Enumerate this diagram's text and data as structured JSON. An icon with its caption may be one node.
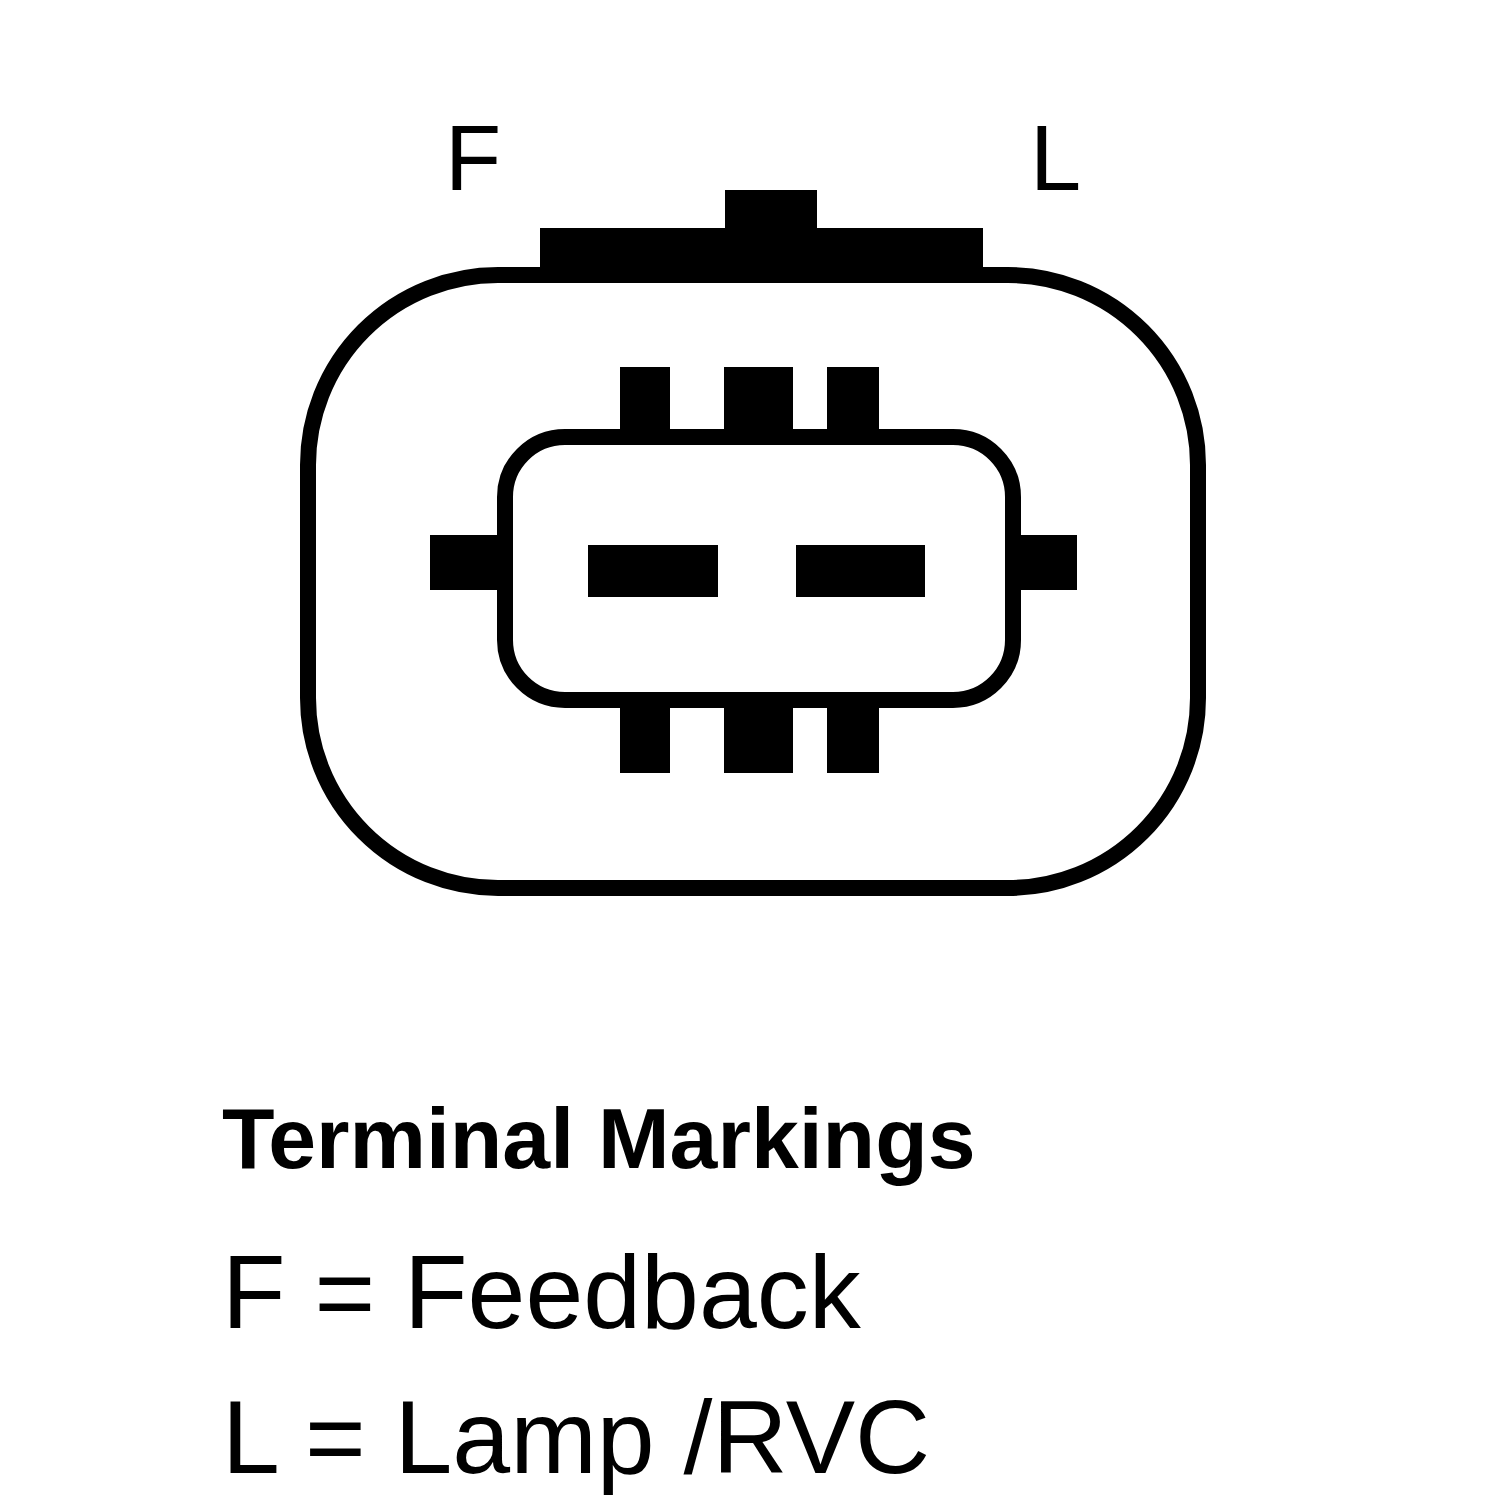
{
  "diagram": {
    "title": "Terminal Markings",
    "labels": [
      "F",
      "L",
      "F = Feedback",
      "L = Lamp /RVC"
    ]
  }
}
